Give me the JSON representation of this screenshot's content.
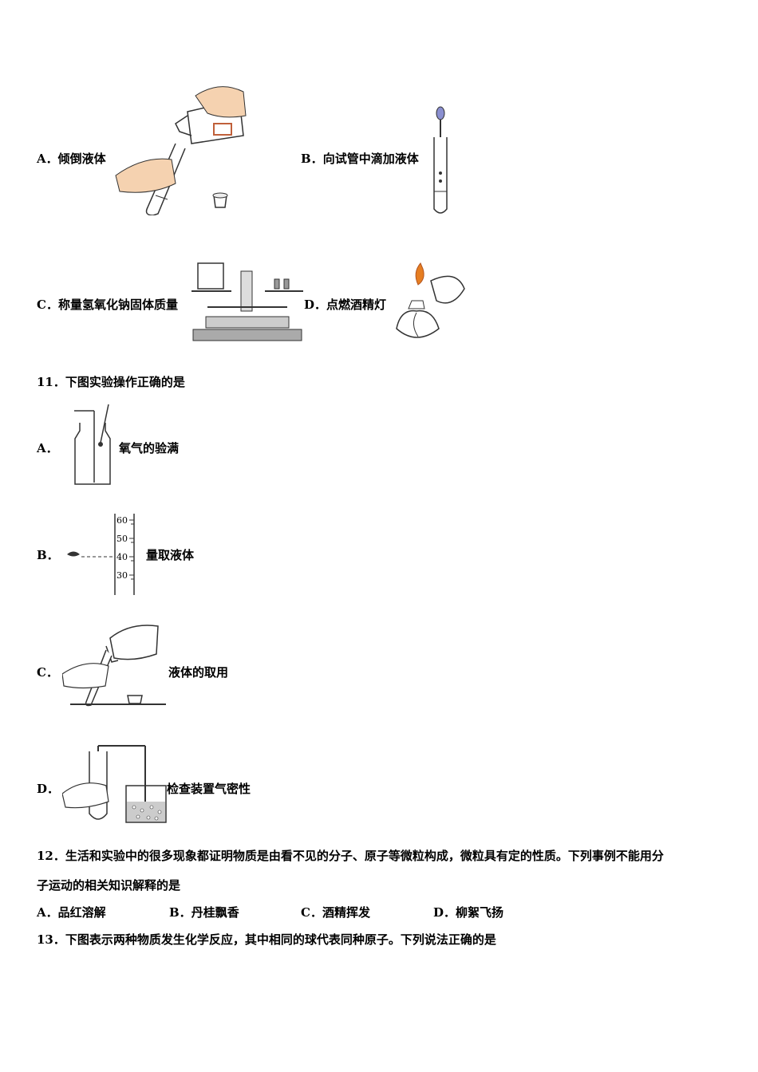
{
  "q10": {
    "a": {
      "letter": "A．",
      "text": "倾倒液体"
    },
    "b": {
      "letter": "B．",
      "text": "向试管中滴加液体"
    },
    "c": {
      "letter": "C．",
      "text": "称量氢氧化钠固体质量"
    },
    "d": {
      "letter": "D．",
      "text": "点燃酒精灯"
    }
  },
  "q11": {
    "stem": "11．下图实验操作正确的是",
    "a": {
      "letter": "A．",
      "text": "氧气的验满"
    },
    "b": {
      "letter": "B．",
      "text": "量取液体",
      "scale": [
        "60",
        "50",
        "40",
        "30"
      ]
    },
    "c": {
      "letter": "C．",
      "text": "液体的取用"
    },
    "d": {
      "letter": "D．",
      "text": "检查装置气密性"
    }
  },
  "q12": {
    "stem_line1": "12．生活和实验中的很多现象都证明物质是由看不见的分子、原子等微粒构成，微粒具有定的性质。下列事例不能用分",
    "stem_line2": "子运动的相关知识解释的是",
    "options": [
      {
        "letter": "A．",
        "text": "品红溶解"
      },
      {
        "letter": "B．",
        "text": "丹桂飘香"
      },
      {
        "letter": "C．",
        "text": "酒精挥发"
      },
      {
        "letter": "D．",
        "text": "柳絮飞扬"
      }
    ]
  },
  "q13": {
    "stem": "13．下图表示两种物质发生化学反应，其中相同的球代表同种原子。下列说法正确的是"
  }
}
